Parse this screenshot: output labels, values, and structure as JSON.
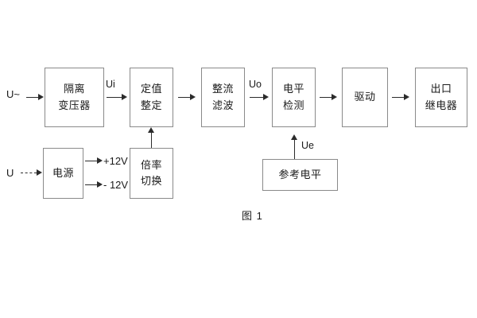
{
  "figure": {
    "caption": "图 1",
    "inputs": {
      "ac_input_label": "U~",
      "dc_input_label": "U"
    },
    "signals": {
      "ui": "Ui",
      "uo": "Uo",
      "ue": "Ue"
    },
    "rails": {
      "positive": "+12V",
      "negative": "- 12V"
    },
    "blocks": {
      "isolation_transformer": {
        "line1": "隔离",
        "line2": "变压器"
      },
      "setting_value": {
        "line1": "定值",
        "line2": "整定"
      },
      "rectify_filter": {
        "line1": "整流",
        "line2": "滤波"
      },
      "level_detection": {
        "line1": "电平",
        "line2": "检测"
      },
      "drive": {
        "line1": "驱动"
      },
      "output_relay": {
        "line1": "出口",
        "line2": "继电器"
      },
      "power_supply": {
        "line1": "电源"
      },
      "multiplier_switch": {
        "line1": "倍率",
        "line2": "切换"
      },
      "reference_level": {
        "line1": "参考电平"
      }
    },
    "colors": {
      "box_border": "#8a8a8a",
      "line": "#2b2b2b",
      "text": "#1a1a1a",
      "background": "#ffffff"
    }
  }
}
